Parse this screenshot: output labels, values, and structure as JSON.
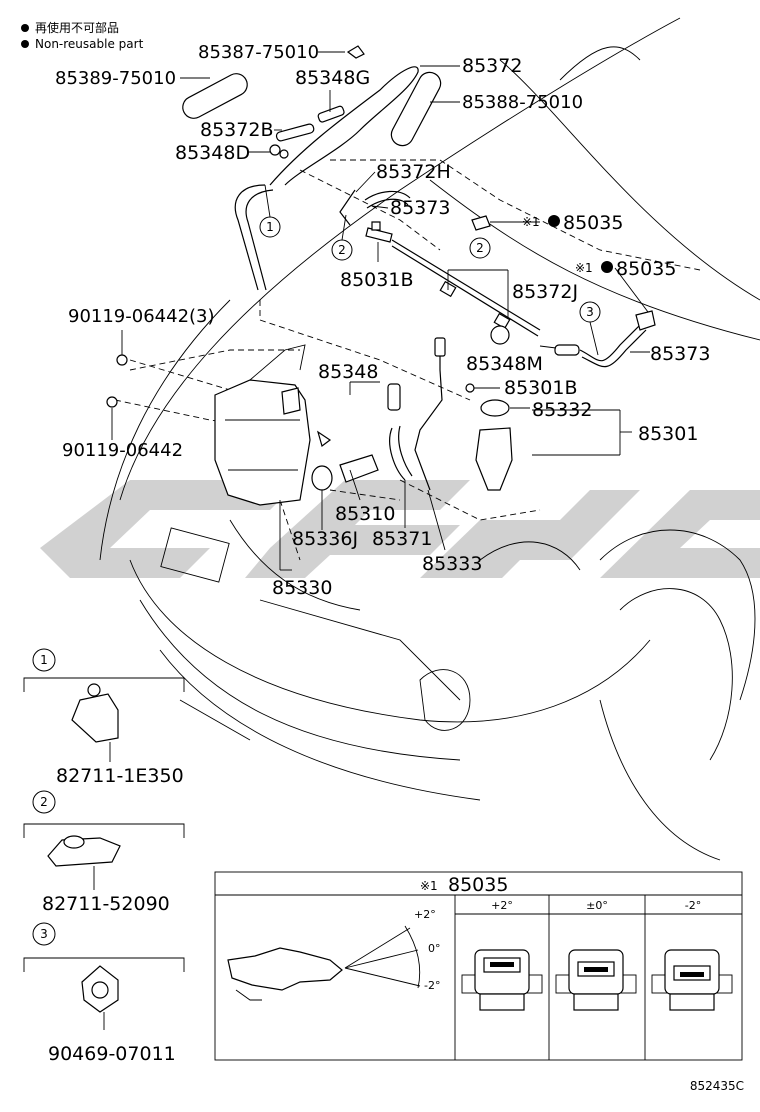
{
  "legend": {
    "line1": "再使用不可部品",
    "line2": "Non-reusable part"
  },
  "parts": {
    "p85387": "85387-75010",
    "p85389": "85389-75010",
    "p85372_top": "85372",
    "p85348G": "85348G",
    "p85388": "85388-75010",
    "p85372B": "85372B",
    "p85348D": "85348D",
    "p85372H": "85372H",
    "p85373_a": "85373",
    "p85035_a": "85035",
    "p85031B": "85031B",
    "p85035_b": "85035",
    "p85372J": "85372J",
    "p90119_3": "90119-06442(3)",
    "p85373_b": "85373",
    "p85348M": "85348M",
    "p85348": "85348",
    "p85301B": "85301B",
    "p85332": "85332",
    "p85301": "85301",
    "p90119": "90119-06442",
    "p85310": "85310",
    "p85336J": "85336J",
    "p85371": "85371",
    "p85333": "85333",
    "p85330": "85330"
  },
  "markers": {
    "ref_mark": "※1",
    "c1": "1",
    "c2": "2",
    "c3": "3"
  },
  "insets": {
    "clip1": {
      "num": "1",
      "part": "82711-1E350"
    },
    "clip2": {
      "num": "2",
      "part": "82711-52090"
    },
    "clip3": {
      "num": "3",
      "part": "90469-07011"
    }
  },
  "adjust_table": {
    "title_mark": "※1",
    "title_part": "85035",
    "angle_plus": "+2°",
    "angle_zero": "0°",
    "angle_minus": "-2°",
    "col1": "+2°",
    "col2": "±0°",
    "col3": "-2°"
  },
  "diagram_code": "852435C",
  "watermark_color": "#c9c9c9"
}
